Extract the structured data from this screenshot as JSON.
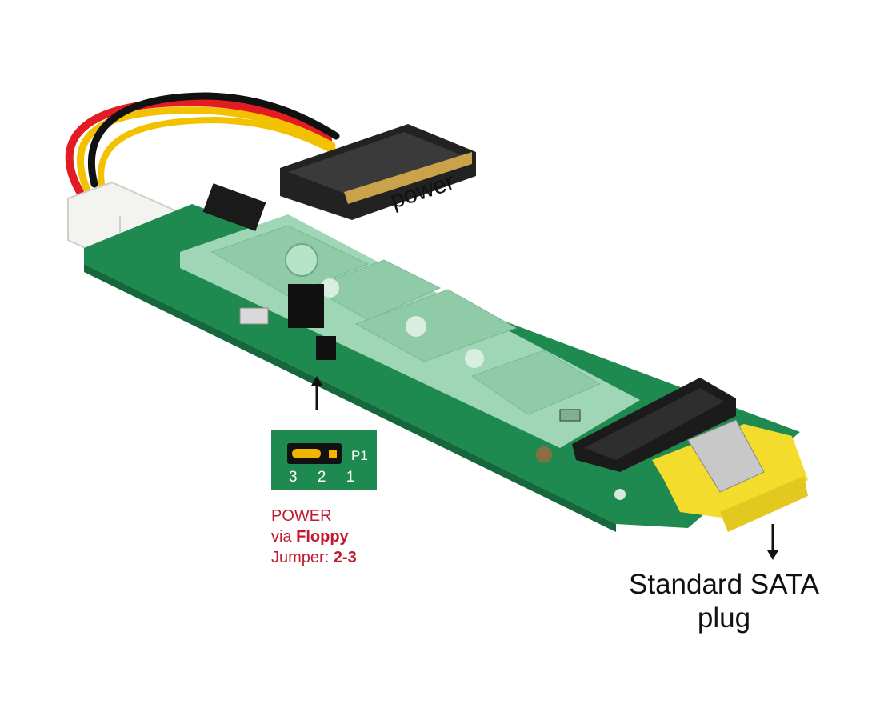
{
  "labels": {
    "power": "power",
    "jumper_pin_label": "P1",
    "jumper_pin_numbers": "3 2 1",
    "power_note_line1": "POWER",
    "power_note_via": "via ",
    "power_note_floppy": "Floppy",
    "power_note_jumper": "Jumper: ",
    "power_note_setting": "2-3",
    "sata_line1": "Standard SATA",
    "sata_line2": "plug"
  },
  "colors": {
    "pcb_green": "#1f8a50",
    "pcb_mint": "#9fd6b5",
    "annotation_red": "#c11a2e",
    "connector_yellow": "#f4dc2c",
    "wire_red": "#e31b23",
    "wire_yellow": "#f2c200",
    "wire_black": "#111111"
  }
}
